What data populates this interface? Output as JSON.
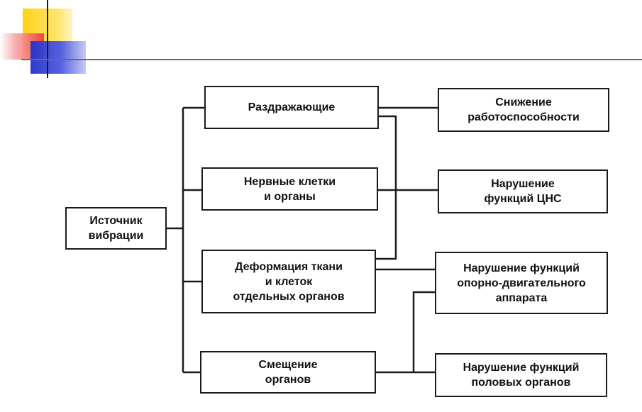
{
  "nodes": {
    "source": "Источник\nвибрации",
    "irritant": "Раздражающие",
    "nerve": "Нервные клетки\nи органы",
    "deform": "Деформация ткани\nи клеток\nотдельных органов",
    "shift": "Смещение\nорганов",
    "reduced": "Снижение\nработоспособности",
    "cns": "Нарушение\nфункций ЦНС",
    "musculo": "Нарушение функций\nопорно-двигательного\nаппарата",
    "genital": "Нарушение функций\nполовых органов"
  }
}
